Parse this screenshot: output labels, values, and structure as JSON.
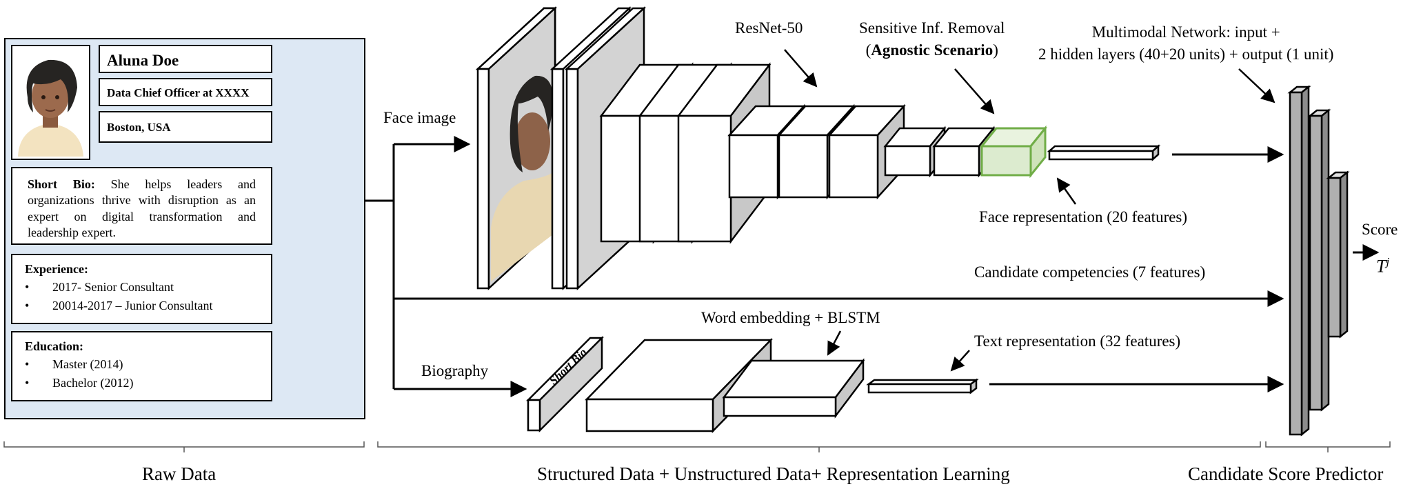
{
  "profile": {
    "name": "Aluna Doe",
    "role": "Data Chief Officer at XXXX",
    "location": "Boston, USA",
    "bio_label": "Short Bio:",
    "bio_text": "She helps leaders and organizations thrive with disruption as an expert on digital transformation and leadership expert.",
    "experience_title": "Experience:",
    "experience": [
      "2017- Senior Consultant",
      "20014-2017 – Junior Consultant"
    ],
    "education_title": "Education:",
    "education": [
      "Master (2014)",
      "Bachelor (2012)"
    ],
    "bullet": "•"
  },
  "labels": {
    "face_image": "Face image",
    "resnet": "ResNet-50",
    "removal_line1": "Sensitive Inf. Removal",
    "removal_open": "(",
    "removal_bold": "Agnostic Scenario",
    "removal_close": ")",
    "multimodal_line1": "Multimodal Network: input  +",
    "multimodal_line2": "2 hidden layers (40+20 units) + output  (1 unit)",
    "face_repr": "Face representation (20 features)",
    "competencies": "Candidate competencies (7 features)",
    "word_embedding": "Word embedding + BLSTM",
    "text_repr": "Text representation (32 features)",
    "biography": "Biography",
    "short_bio_block": "Short Bio",
    "score": "Score",
    "score_symbol": "T",
    "score_sup": "j"
  },
  "captions": {
    "raw_data": "Raw Data",
    "middle": "Structured Data + Unstructured Data+ Representation Learning",
    "predictor": "Candidate Score Predictor"
  },
  "colors": {
    "panel_bg": "#dde8f4",
    "block_side": "#c8c8c8",
    "agnostic_fill": "#dcebcf",
    "agnostic_border": "#70ad47",
    "layer_gray": "#b0b0b0"
  }
}
